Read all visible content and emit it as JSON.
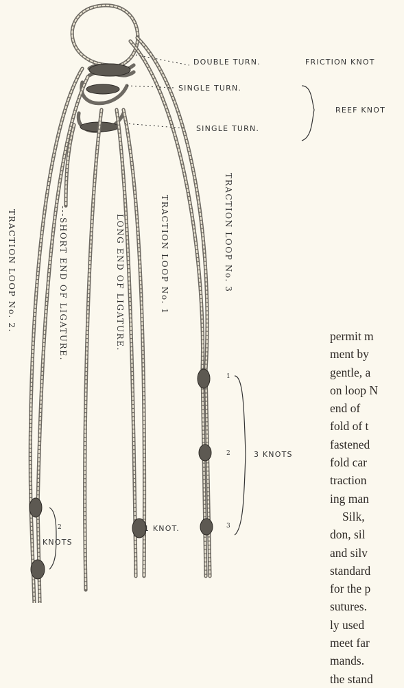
{
  "labels": {
    "double_turn": "DOUBLE TURN.",
    "friction_knot": "FRICTION KNOT",
    "single_turn_1": "SINGLE TURN.",
    "single_turn_2": "SINGLE TURN.",
    "reef_knot": "REEF KNOT",
    "traction_loop_3": "TRACTION LOOP No. 3",
    "traction_loop_1": "TRACTION LOOP No. 1",
    "traction_loop_2": "TRACTION LOOP No. 2.",
    "short_end": "---SHORT END OF LIGATURE.",
    "long_end": "LONG END OF LIGATURE.",
    "three_knots": "3 KNOTS",
    "one_knot": "1 KNOT.",
    "two_knots_num": "2",
    "two_knots_word": "KNOTS",
    "knot_num_1": "1",
    "knot_num_2": "2",
    "knot_num_3": "3"
  },
  "body_text": {
    "lines": [
      "permit m",
      "ment by",
      "gentle, a",
      "on loop N",
      "end of",
      "fold of t",
      "fastened",
      "fold car",
      "traction",
      "ing man",
      "Silk,",
      "don, sil",
      "and silv",
      "standard",
      "for the p",
      "sutures.",
      "ly used",
      "meet far",
      "mands.",
      "the stand"
    ]
  }
}
